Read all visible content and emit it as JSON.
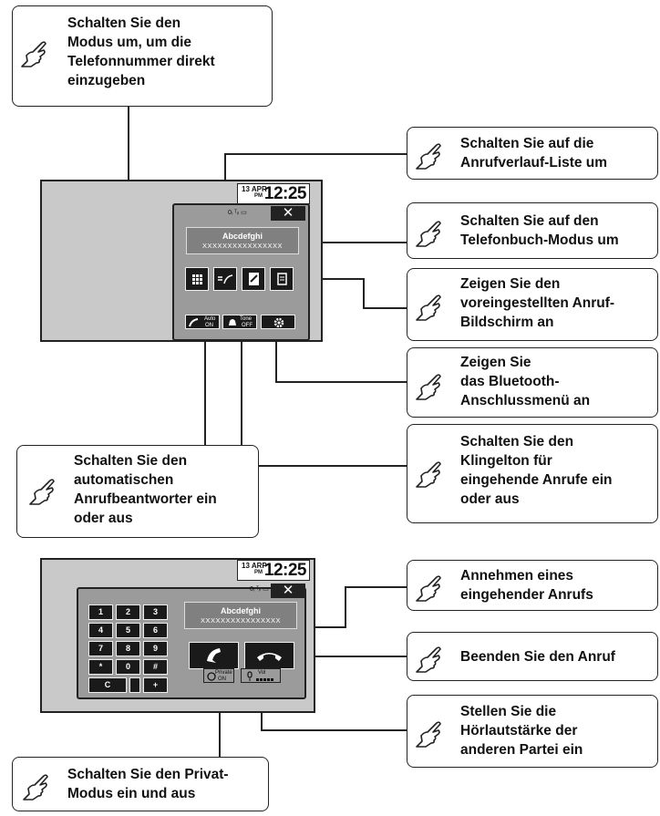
{
  "diagram1": {
    "clock": {
      "date": "13 APR",
      "ampm": "PM",
      "time": "12:25"
    },
    "status": "0ᵢ  ᵀᵢₗ  ▭",
    "close": "✕",
    "contact": {
      "name": "Abcdefghi",
      "number": "XXXXXXXXXXXXXXXX"
    },
    "auto": {
      "label": "Auto",
      "state": "ON"
    },
    "tone": {
      "label": "Tone",
      "state": "OFF"
    },
    "callouts": {
      "mode": "Schalten Sie den\nModus um, um die\nTelefonnummer direkt\neinzugeben",
      "history": "Schalten Sie auf die\nAnrufverlauf-Liste um",
      "phonebook": "Schalten Sie auf den\nTelefonbuch-Modus um",
      "preset": "Zeigen Sie den\nvoreingestellten Anruf-\nBildschirm an",
      "bluetooth": "Zeigen Sie\ndas Bluetooth-\nAnschlussmenü an",
      "ringtone": "Schalten Sie den\nKlingelton für\neingehende Anrufe ein\noder aus",
      "autoanswer": "Schalten Sie den\nautomatischen\nAnrufbeantworter ein\noder aus"
    }
  },
  "diagram2": {
    "clock": {
      "date": "13 ARP",
      "ampm": "PM",
      "time": "12:25"
    },
    "status": "0ᵢ  ᵀᵢₗ  ▭",
    "close": "✕",
    "contact": {
      "name": "Abcdefghi",
      "number": "XXXXXXXXXXXXXXXX"
    },
    "keys": [
      "1",
      "2",
      "3",
      "4",
      "5",
      "6",
      "7",
      "8",
      "9",
      "*",
      "0",
      "#",
      "C",
      "",
      "+"
    ],
    "private": {
      "label": "Private",
      "state": "ON"
    },
    "vol": {
      "label": "Vol"
    },
    "callouts": {
      "answer": "Annehmen eines\neingehender Anrufs",
      "end": "Beenden Sie den Anruf",
      "volume": "Stellen Sie die\nHörlautstärke der\nanderen Partei ein",
      "privat": "Schalten Sie den Privat-\nModus ein und aus"
    }
  }
}
